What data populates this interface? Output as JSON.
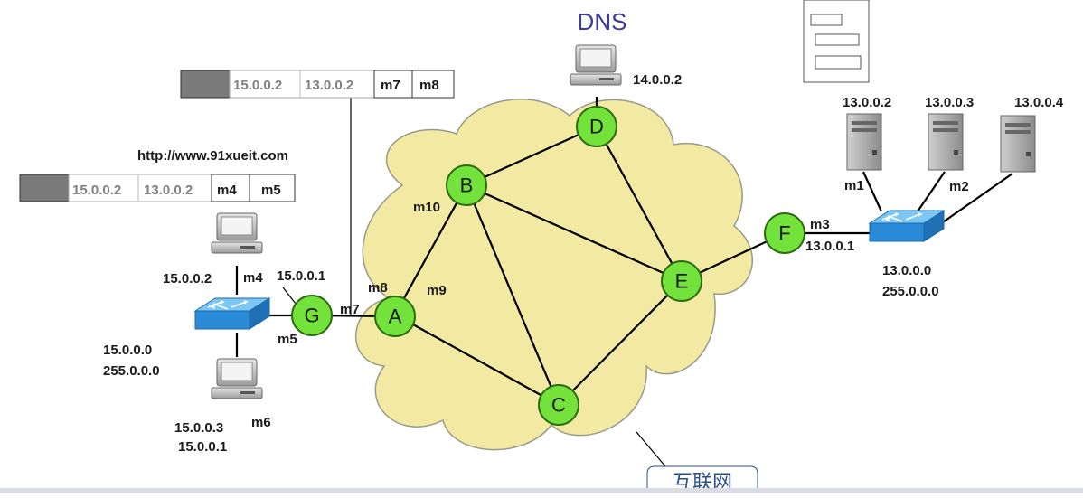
{
  "colors": {
    "cloud": "#f2e9a2",
    "node": "#73e23a",
    "switch": "#2a8bd8",
    "packet_header": "#7a7a7a",
    "dns": "#3b3b9c",
    "caption_box": "#2a4f8a"
  },
  "dns_label": "DNS",
  "cloud_label": "互联网",
  "url": "http://www.91xueit.com",
  "nodes": [
    {
      "id": "A"
    },
    {
      "id": "B"
    },
    {
      "id": "C"
    },
    {
      "id": "D"
    },
    {
      "id": "E"
    },
    {
      "id": "F"
    },
    {
      "id": "G"
    }
  ],
  "labels": {
    "dns_ip": "14.0.0.2",
    "srv1_ip": "13.0.0.2",
    "srv2_ip": "13.0.0.3",
    "srv3_ip": "13.0.0.4",
    "m1": "m1",
    "m2": "m2",
    "m3": "m3",
    "f_ip": "13.0.0.1",
    "right_net": "13.0.0.0",
    "right_mask": "255.0.0.0",
    "m10": "m10",
    "m9": "m9",
    "m8": "m8",
    "m7": "m7",
    "m5": "m5",
    "m4": "m4",
    "m6": "m6",
    "g_ip": "15.0.0.1",
    "pc1_ip": "15.0.0.2",
    "left_net": "15.0.0.0",
    "left_mask": "255.0.0.0",
    "pc2_ip": "15.0.0.3",
    "pc2_gw": "15.0.0.1"
  },
  "packet_top": {
    "src": "15.0.0.2",
    "dst": "13.0.0.2",
    "m1": "m7",
    "m2": "m8"
  },
  "packet_left": {
    "src": "15.0.0.2",
    "dst": "13.0.0.2",
    "m1": "m4",
    "m2": "m5"
  },
  "icons": [
    "computer-icon",
    "server-icon",
    "switch-icon",
    "document-icon",
    "router-node"
  ]
}
